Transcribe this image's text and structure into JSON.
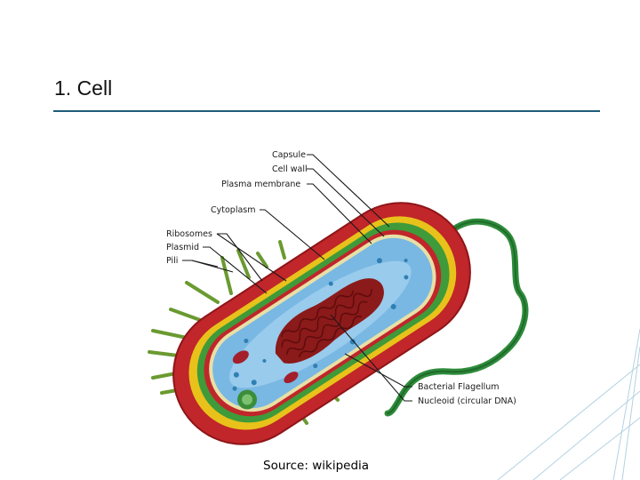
{
  "slide": {
    "title": "1. Cell",
    "source": "Source: wikipedia"
  },
  "diagram": {
    "labels": {
      "capsule": "Capsule",
      "cell_wall": "Cell wall",
      "plasma_membrane": "Plasma membrane",
      "cytoplasm": "Cytoplasm",
      "ribosomes": "Ribosomes",
      "plasmid": "Plasmid",
      "pili": "Pili",
      "bacterial_flagellum": "Bacterial Flagellum",
      "nucleoid": "Nucleoid (circular DNA)"
    },
    "colors": {
      "capsule": "#c0262a",
      "cell_wall_outer": "#e8c21a",
      "cell_wall_inner": "#3f9a3a",
      "plasma_membrane": "#c0262a",
      "cytoplasm": "#79b8e3",
      "nucleoid": "#8b1a1a",
      "flagellum": "#2e8b3a",
      "pili": "#5a8f2e",
      "accent_lines": "#2a6f93"
    }
  }
}
